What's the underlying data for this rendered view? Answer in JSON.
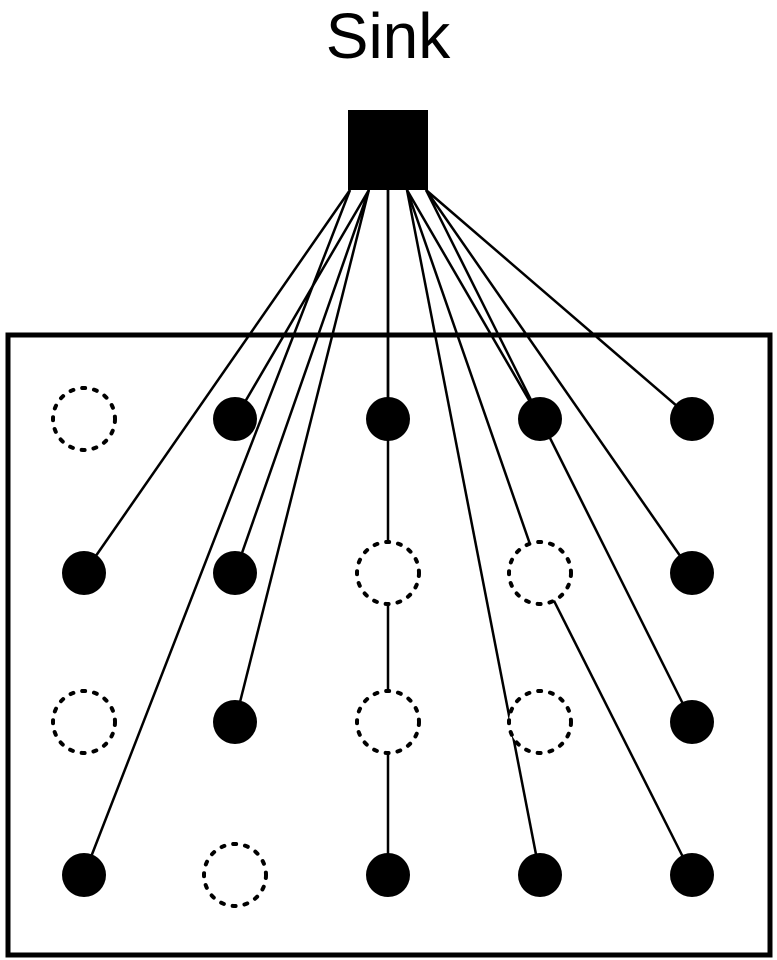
{
  "diagram": {
    "sink_label": "Sink",
    "colors": {
      "line": "#000000",
      "active_node": "#000000",
      "inactive_node_outline": "#000000",
      "background": "#ffffff"
    },
    "grid": {
      "rows": 4,
      "cols": 5,
      "nodes": [
        {
          "row": 1,
          "col": 1,
          "state": "inactive"
        },
        {
          "row": 1,
          "col": 2,
          "state": "active"
        },
        {
          "row": 1,
          "col": 3,
          "state": "active"
        },
        {
          "row": 1,
          "col": 4,
          "state": "active"
        },
        {
          "row": 1,
          "col": 5,
          "state": "active"
        },
        {
          "row": 2,
          "col": 1,
          "state": "active"
        },
        {
          "row": 2,
          "col": 2,
          "state": "active"
        },
        {
          "row": 2,
          "col": 3,
          "state": "inactive"
        },
        {
          "row": 2,
          "col": 4,
          "state": "inactive"
        },
        {
          "row": 2,
          "col": 5,
          "state": "active"
        },
        {
          "row": 3,
          "col": 1,
          "state": "inactive"
        },
        {
          "row": 3,
          "col": 2,
          "state": "active"
        },
        {
          "row": 3,
          "col": 3,
          "state": "inactive"
        },
        {
          "row": 3,
          "col": 4,
          "state": "inactive"
        },
        {
          "row": 3,
          "col": 5,
          "state": "active"
        },
        {
          "row": 4,
          "col": 1,
          "state": "active"
        },
        {
          "row": 4,
          "col": 2,
          "state": "inactive"
        },
        {
          "row": 4,
          "col": 3,
          "state": "active"
        },
        {
          "row": 4,
          "col": 4,
          "state": "active"
        },
        {
          "row": 4,
          "col": 5,
          "state": "active"
        }
      ]
    },
    "links_to_sink": [
      {
        "row": 1,
        "col": 2
      },
      {
        "row": 1,
        "col": 3
      },
      {
        "row": 1,
        "col": 4
      },
      {
        "row": 1,
        "col": 5
      },
      {
        "row": 2,
        "col": 1
      },
      {
        "row": 2,
        "col": 2
      },
      {
        "row": 2,
        "col": 5
      },
      {
        "row": 3,
        "col": 2
      },
      {
        "row": 3,
        "col": 5
      },
      {
        "row": 4,
        "col": 1
      },
      {
        "row": 4,
        "col": 3
      },
      {
        "row": 4,
        "col": 4
      }
    ],
    "relay_links": [
      {
        "from": {
          "row": 4,
          "col": 5
        },
        "to": {
          "row": 2,
          "col": 4
        }
      },
      {
        "from": {
          "row": 2,
          "col": 4
        },
        "to": {
          "row": 0,
          "col": 0
        }
      }
    ]
  }
}
